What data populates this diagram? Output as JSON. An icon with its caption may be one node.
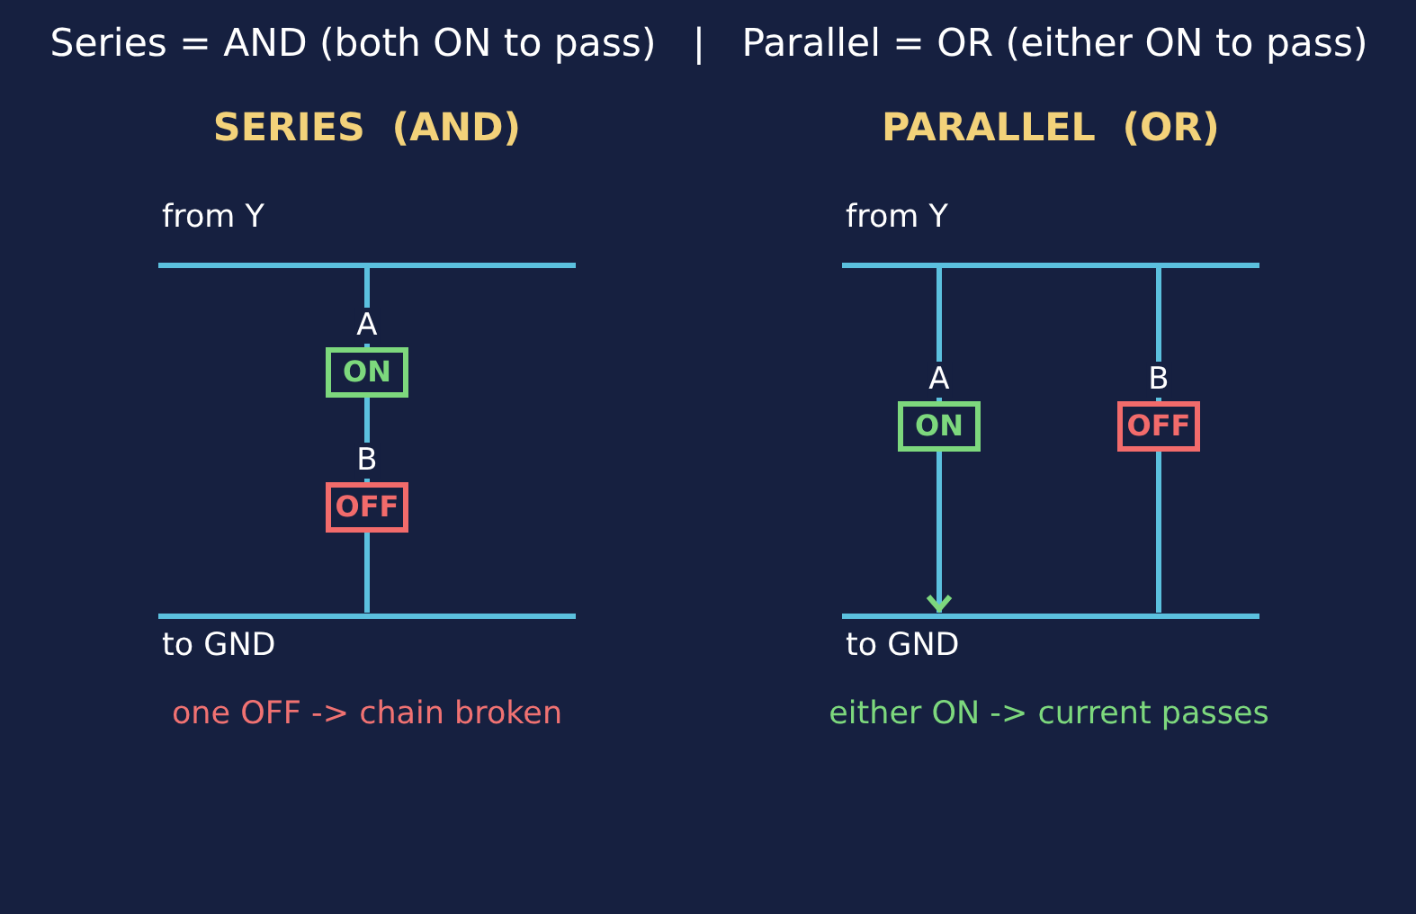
{
  "diagram": {
    "title": "Series = AND (both ON to pass)   |   Parallel = OR (either ON to pass)",
    "nodes": [
      {
        "text": [],
        "shape": "bar",
        "beside": [
          "from Y"
        ]
      },
      {
        "text": [
          "ON"
        ],
        "beside": [
          "A"
        ]
      },
      {
        "text": [
          "OFF"
        ],
        "beside": [
          "B"
        ]
      },
      {
        "text": [],
        "shape": "bar",
        "beside": [
          "to GND"
        ]
      },
      {
        "text": [],
        "shape": "bar",
        "beside": [
          "from Y"
        ]
      },
      {
        "text": [
          "ON"
        ],
        "beside": [
          "A"
        ]
      },
      {
        "text": [
          "OFF"
        ],
        "beside": [
          "B"
        ]
      },
      {
        "text": [],
        "shape": "bar",
        "beside": [
          "to GND"
        ]
      }
    ],
    "edges": [
      {
        "from": 0,
        "to": 1,
        "arrow": "none"
      },
      {
        "from": 1,
        "to": 2,
        "arrow": "none"
      },
      {
        "from": 2,
        "to": 3,
        "arrow": "none"
      },
      {
        "from": 4,
        "to": 5,
        "arrow": "none"
      },
      {
        "from": 5,
        "to": 7,
        "arrow": "to"
      },
      {
        "from": 4,
        "to": 6,
        "arrow": "none"
      },
      {
        "from": 6,
        "to": 7,
        "arrow": "none"
      }
    ],
    "labels": [
      "SERIES  (AND)",
      "PARALLEL  (OR)",
      "one OFF -> chain broken",
      "either ON -> current passes"
    ]
  }
}
